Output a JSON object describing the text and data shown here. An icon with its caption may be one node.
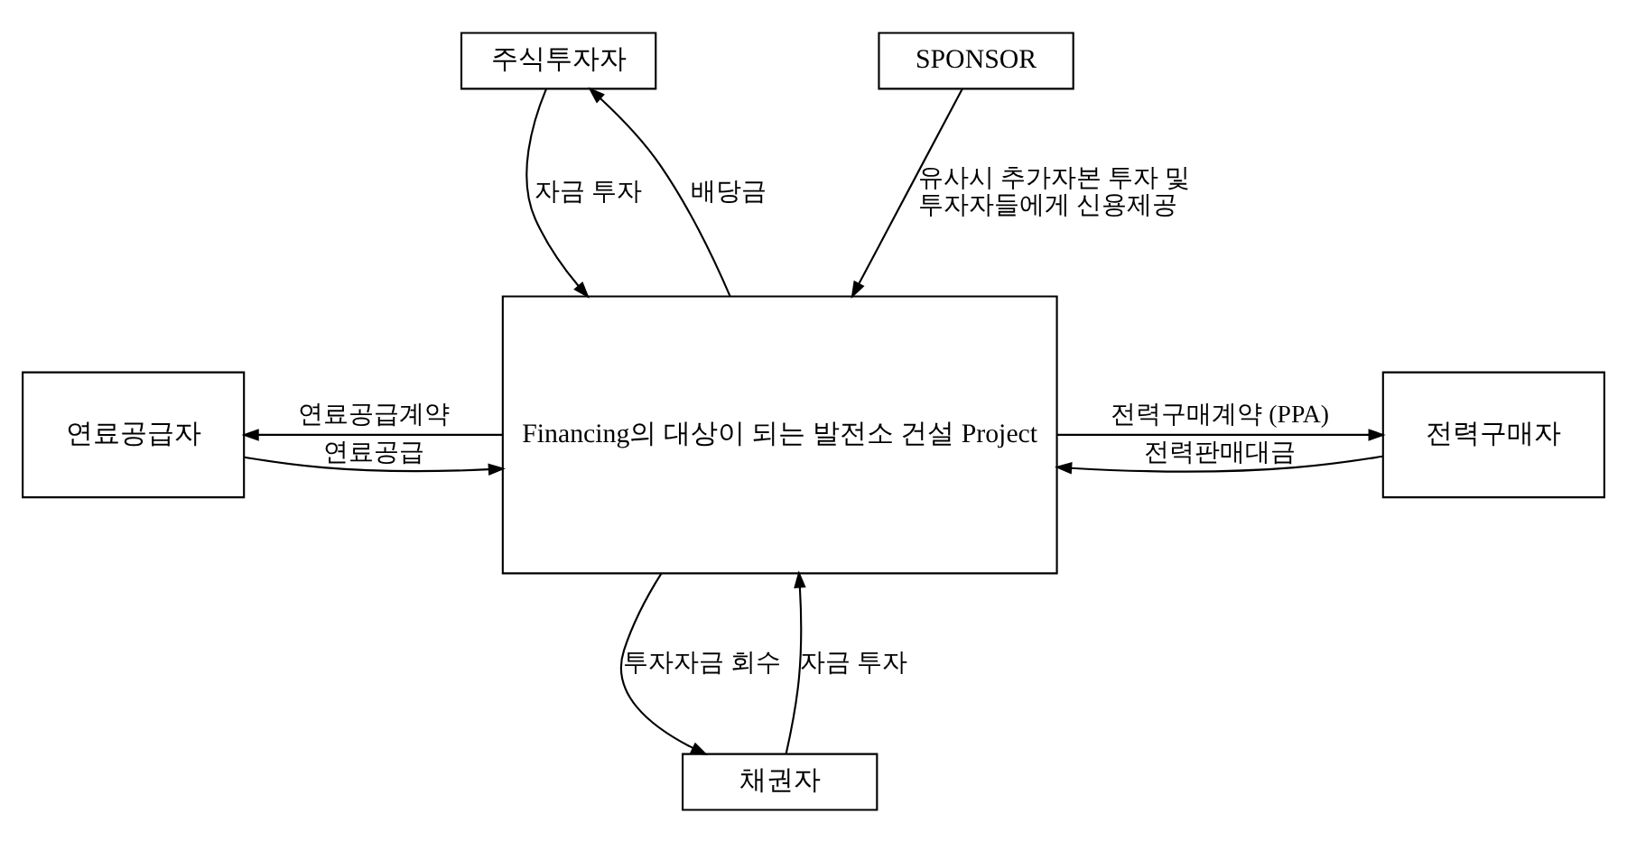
{
  "diagram": {
    "nodes": [
      {
        "text": [
          "주식투자자"
        ]
      },
      {
        "text": [
          "SPONSOR"
        ]
      },
      {
        "text": [
          "Financing의 대상이 되는 발전소 건설 Project"
        ]
      },
      {
        "text": [
          "연료공급자"
        ]
      },
      {
        "text": [
          "전력구매자"
        ]
      },
      {
        "text": [
          "채권자"
        ]
      }
    ],
    "edges": [
      {
        "from": 0,
        "to": 2,
        "arrow": "to",
        "label": "자금 투자"
      },
      {
        "from": 2,
        "to": 0,
        "arrow": "to",
        "label": "배당금"
      },
      {
        "from": 1,
        "to": 2,
        "arrow": "to",
        "label": "유사시 추가자본 투자 및 투자자들에게 신용제공"
      },
      {
        "from": 3,
        "to": 2,
        "arrow": "to",
        "label": "연료공급"
      },
      {
        "from": 2,
        "to": 3,
        "arrow": "to",
        "label": "연료공급계약"
      },
      {
        "from": 2,
        "to": 4,
        "arrow": "to",
        "label": "전력구매계약 (PPA)"
      },
      {
        "from": 4,
        "to": 2,
        "arrow": "to",
        "label": "전력판매대금"
      },
      {
        "from": 2,
        "to": 5,
        "arrow": "to",
        "label": "투자자금 회수"
      },
      {
        "from": 5,
        "to": 2,
        "arrow": "to",
        "label": "자금 투자"
      }
    ]
  }
}
